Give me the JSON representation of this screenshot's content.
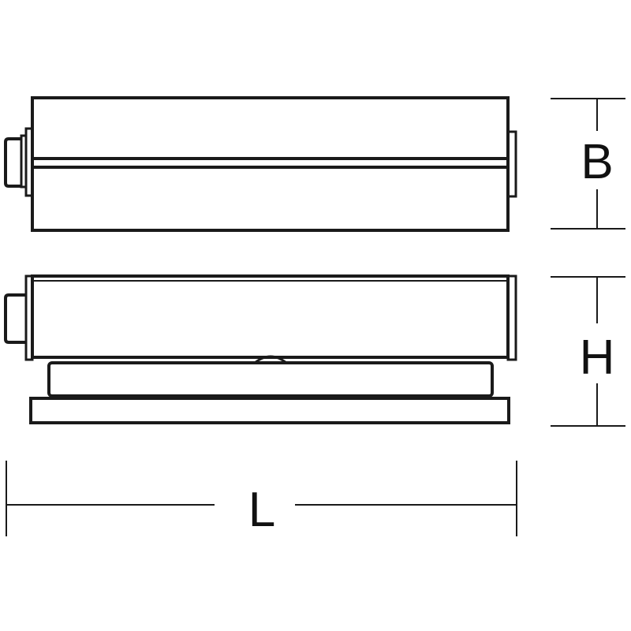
{
  "labels": {
    "width": "B",
    "height": "H",
    "length": "L"
  },
  "colors": {
    "line": "#1a1a1a",
    "background": "#ffffff"
  }
}
